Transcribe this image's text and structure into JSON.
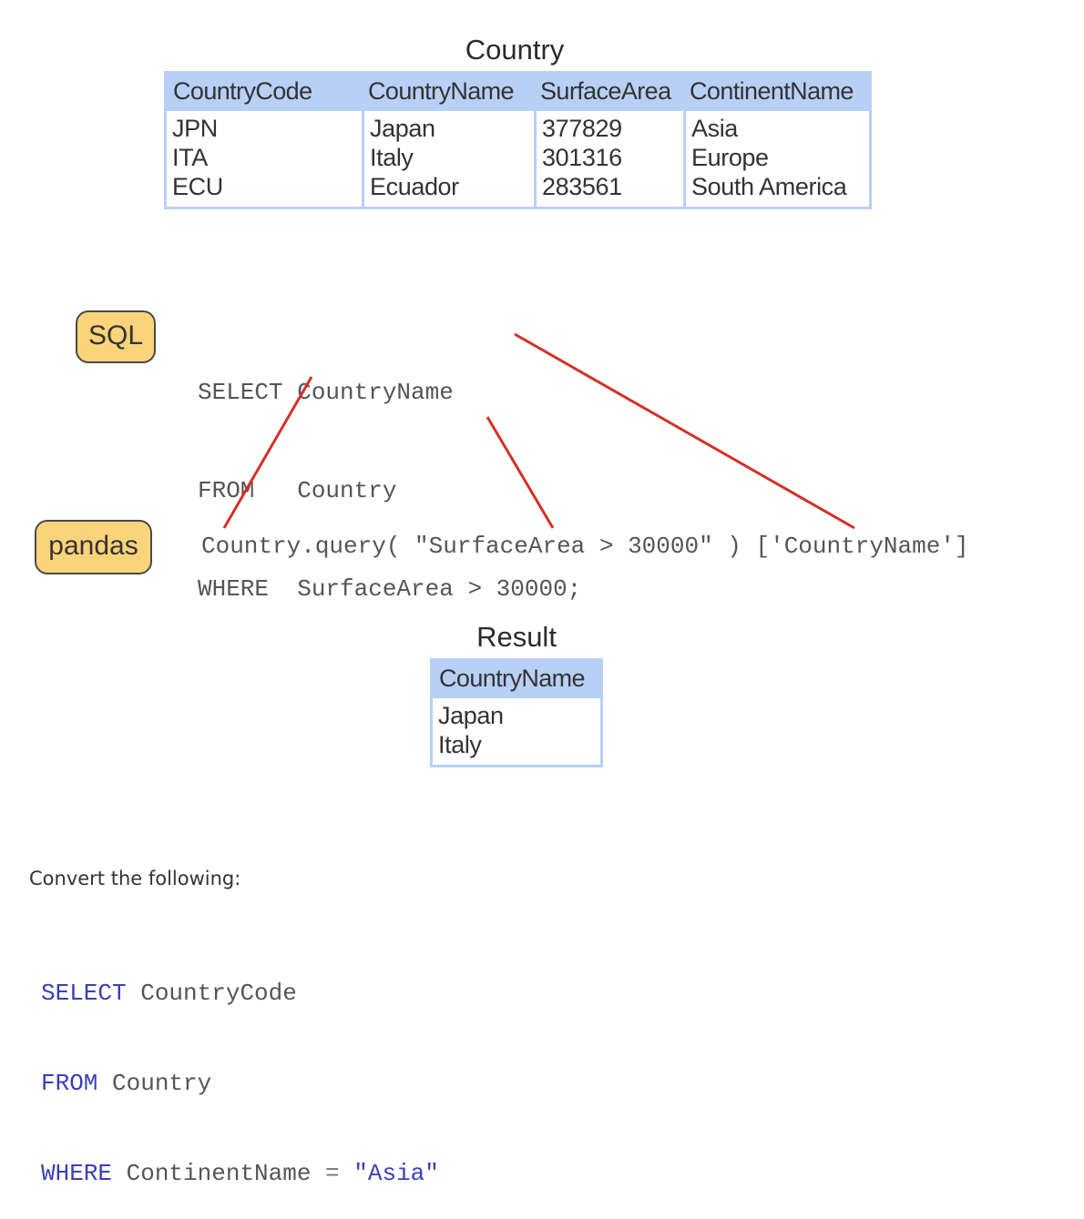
{
  "country_table": {
    "title": "Country",
    "columns": [
      "CountryCode",
      "CountryName",
      "SurfaceArea",
      "ContinentName"
    ],
    "rows": [
      [
        "JPN",
        "Japan",
        "377829",
        "Asia"
      ],
      [
        "ITA",
        "Italy",
        "301316",
        "Europe"
      ],
      [
        "ECU",
        "Ecuador",
        "283561",
        "South America"
      ]
    ]
  },
  "sql": {
    "badge": "SQL",
    "lines": [
      "SELECT CountryName",
      "FROM   Country",
      "WHERE  SurfaceArea > 30000;"
    ]
  },
  "pandas": {
    "badge": "pandas",
    "code": "Country.query( \"SurfaceArea > 30000\" ) ['CountryName']"
  },
  "connector_color": "#d63026",
  "result_table": {
    "title": "Result",
    "columns": [
      "CountryName"
    ],
    "rows": [
      [
        "Japan"
      ],
      [
        "Italy"
      ]
    ]
  },
  "exercise": {
    "prompt": "Convert the following:",
    "line1": {
      "keyword": "SELECT",
      "rest": " CountryCode"
    },
    "line2": {
      "keyword": "FROM",
      "rest": " Country"
    },
    "line3": {
      "keyword": "WHERE",
      "column": " ContinentName",
      "op": " = ",
      "value": "\"Asia\""
    }
  }
}
